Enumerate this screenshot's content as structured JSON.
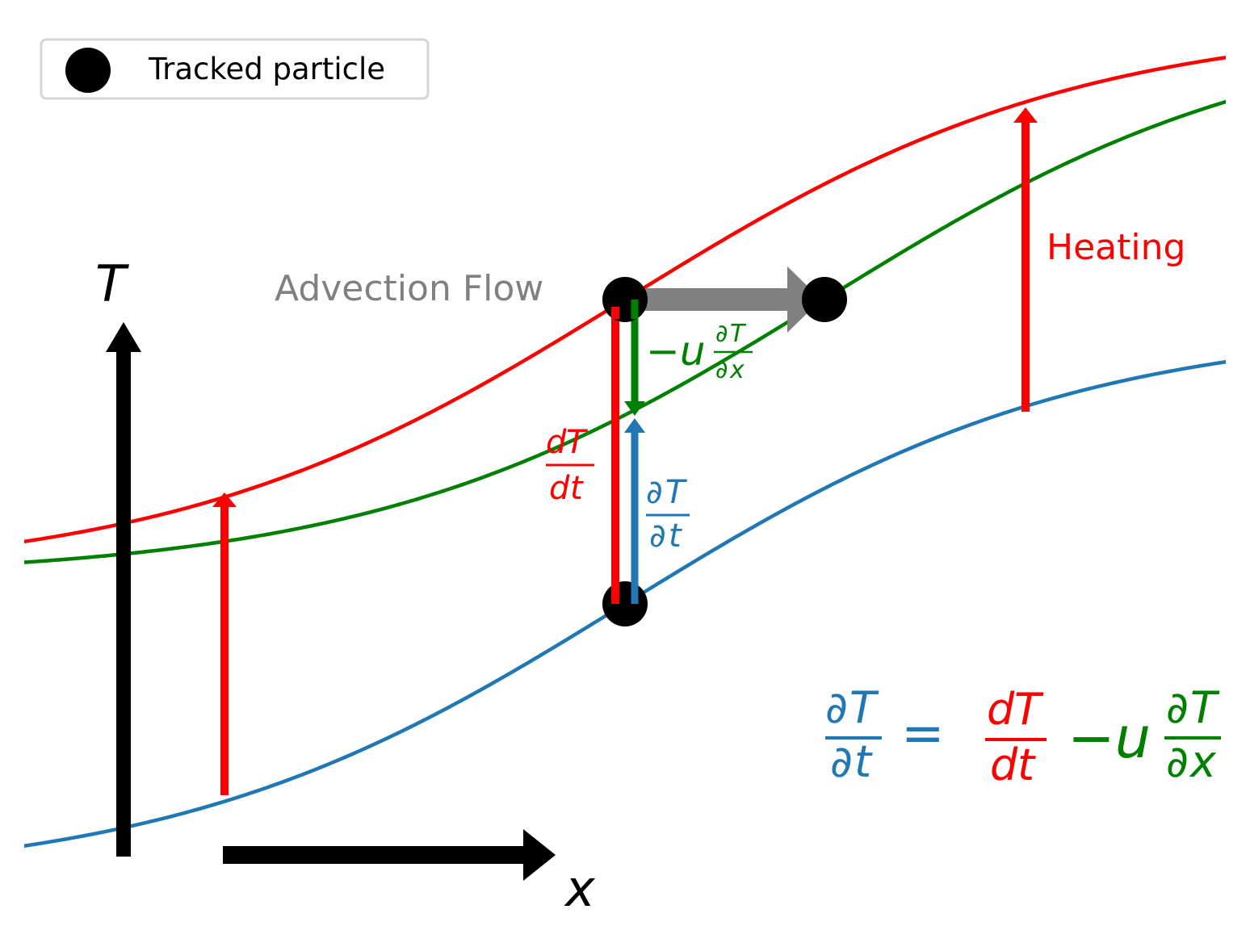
{
  "legend": {
    "label": "Tracked particle"
  },
  "axes": {
    "y_label": "T",
    "x_label": "x"
  },
  "labels": {
    "advection": "Advection Flow",
    "heating": "Heating"
  },
  "colors": {
    "red": "#ff0000",
    "green": "#008000",
    "blue": "#1f77b4",
    "gray": "#808080",
    "black": "#000000"
  },
  "math": {
    "d": "d",
    "partial": "∂",
    "T": "T",
    "t": "t",
    "x": "x",
    "minus_u": "−u",
    "equals": "="
  }
}
